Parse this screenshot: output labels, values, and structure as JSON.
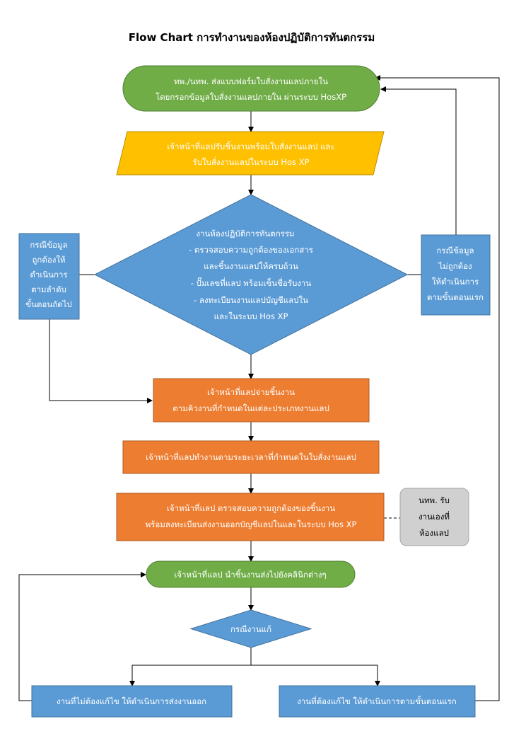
{
  "title": "Flow Chart การทำงานของห้องปฏิบัติการทันตกรรม",
  "colors": {
    "green": "#70ad47",
    "yellow": "#ffc000",
    "blue": "#5b9bd5",
    "orange": "#ed7d31",
    "gray": "#d0d0d0",
    "line": "#000000"
  },
  "nodes": {
    "start": [
      "ทพ./นทพ. ส่งแบบฟอร์มใบสั่งงานแลปภายใน",
      "โดยกรอกข้อมูลใบสั่งงานแลปภายใน ผ่านระบบ HosXP"
    ],
    "receive": [
      "เจ้าหน้าที่แลปรับชิ้นงานพร้อมใบสั่งงานแลป และ",
      "รับใบสั่งงานแลปในระบบ Hos XP"
    ],
    "check": [
      "งานห้องปฏิบัติการทันตกรรม",
      "- ตรวจสอบความถูกต้องของเอกสาร",
      "และชิ้นงานแลปให้ครบถ้วน",
      "- ปั๊มเลขที่แลป พร้อมเซ็นชื่อรับงาน",
      "- ลงทะเบียนงานแลปบัญชีแลปใน",
      "และในระบบ Hos XP"
    ],
    "correct_case": [
      "กรณีข้อมูล",
      "ถูกต้องให้",
      "ดำเนินการ",
      "ตามลำดับ",
      "ขั้นตอนถัดไป"
    ],
    "incorrect_case": [
      "กรณีข้อมูล",
      "ไม่ถูกต้อง",
      "ให้ดำเนินการ",
      "ตามขั้นตอนแรก"
    ],
    "distribute": [
      "เจ้าหน้าที่แลปจ่ายชิ้นงาน",
      "ตามคิวงานที่กำหนดในแต่ละประเภทงานแลป"
    ],
    "work": [
      "เจ้าหน้าที่แลปทำงานตามระยะเวลาที่กำหนดในใบสั่งงานแลป"
    ],
    "verify": [
      "เจ้าหน้าที่แลป ตรวจสอบความถูกต้องของชิ้นงาน",
      "พร้อมลงทะเบียนส่งงานออกบัญชีแลปในและในระบบ  Hos XP"
    ],
    "self_pickup": [
      "นทพ. รับ",
      "งานเองที่",
      "ห้องแลป"
    ],
    "deliver": [
      "เจ้าหน้าที่แลป นำชิ้นงานส่งไปยังคลินิกต่างๆ"
    ],
    "fix_decision": [
      "กรณีงานแก้"
    ],
    "no_fix": [
      "งานที่ไม่ต้องแก้ไข ให้ดำเนินการส่งงานออก"
    ],
    "need_fix": [
      "งานที่ต้องแก้ไข ให้ดำเนินการตามขั้นตอนแรก"
    ]
  }
}
